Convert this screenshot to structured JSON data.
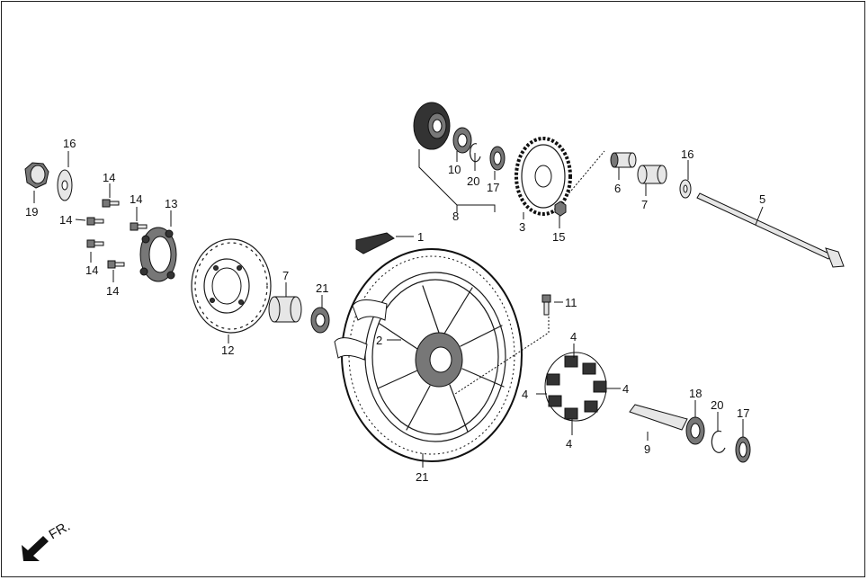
{
  "callouts": {
    "c1": "1",
    "c2": "2",
    "c3": "3",
    "c4a": "4",
    "c4b": "4",
    "c4c": "4",
    "c4d": "4",
    "c5": "5",
    "c6": "6",
    "c7a": "7",
    "c7b": "7",
    "c8": "8",
    "c9": "9",
    "c10": "10",
    "c11": "11",
    "c12": "12",
    "c13": "13",
    "c14a": "14",
    "c14b": "14",
    "c14c": "14",
    "c14d": "14",
    "c14e": "14",
    "c15": "15",
    "c16a": "16",
    "c16b": "16",
    "c17a": "17",
    "c17b": "17",
    "c18": "18",
    "c19": "19",
    "c20a": "20",
    "c20b": "20",
    "c21a": "21",
    "c21b": "21"
  },
  "direction_label": "FR."
}
